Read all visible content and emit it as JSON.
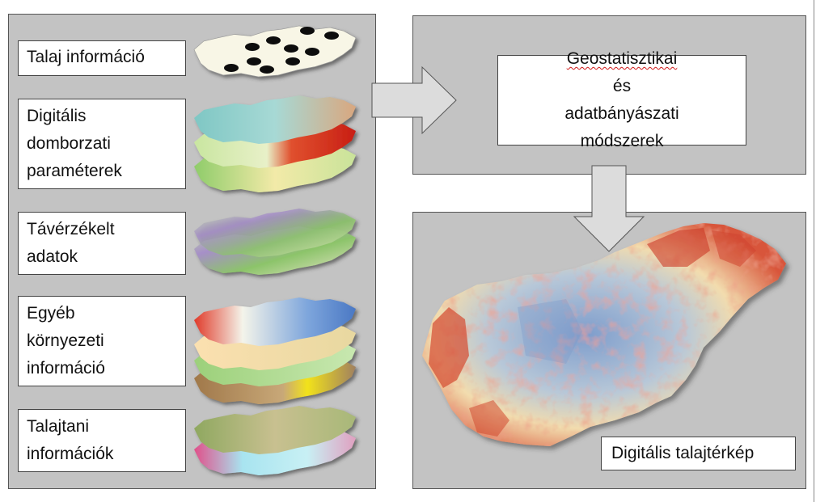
{
  "inputs": [
    {
      "lines": [
        "Talaj információ"
      ]
    },
    {
      "lines": [
        "Digitális",
        "domborzati",
        "paraméterek"
      ]
    },
    {
      "lines": [
        "Távérzékelt",
        "adatok"
      ]
    },
    {
      "lines": [
        "Egyéb",
        "környezeti",
        "információ"
      ]
    },
    {
      "lines": [
        "Talajtani",
        "információk"
      ]
    }
  ],
  "method": {
    "word1": "Geostatisztikai",
    "rest1": " és",
    "line2": "adatbányászati",
    "line3": "módszerek"
  },
  "output": {
    "label": "Digitális talajtérkép"
  },
  "colors": {
    "panel": "#c3c3c3",
    "arrow": "#dcdcdc",
    "border": "#555555",
    "map_hot": "#c8321e",
    "map_cool": "#6e8ec4"
  }
}
